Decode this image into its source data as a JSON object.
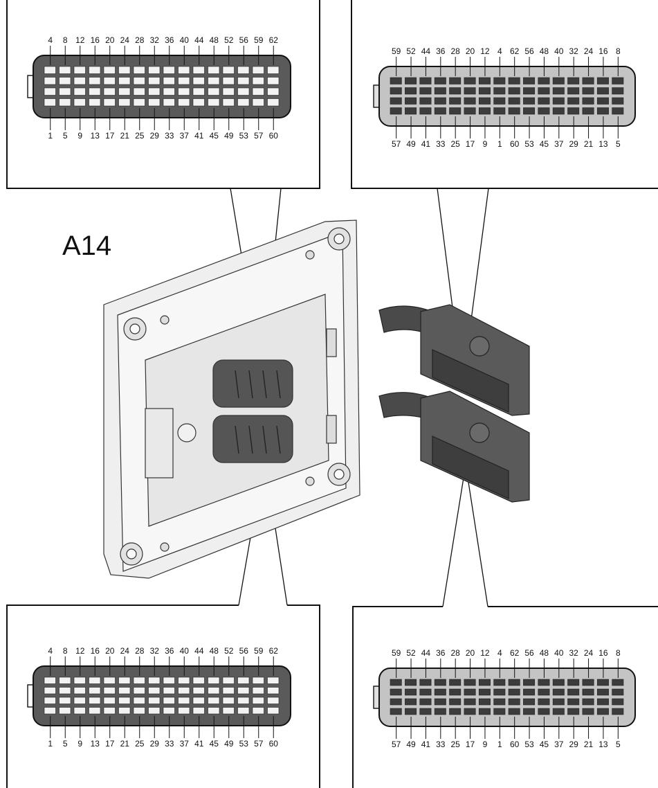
{
  "title": "A14",
  "colors": {
    "ecu_connector_body": "#5a5a5a",
    "harness_connector_body": "#c4c4c4",
    "pin": "#f2f2f2",
    "line": "#111111",
    "housing": "#efefef",
    "harness_dark": "#4a4a4a"
  },
  "panels": [
    {
      "id": "ecu-connector-top",
      "kind": "ecu",
      "top_labels": [
        "4",
        "8",
        "12",
        "16",
        "20",
        "24",
        "28",
        "32",
        "36",
        "40",
        "44",
        "48",
        "52",
        "56",
        "59",
        "62"
      ],
      "bottom_labels": [
        "1",
        "5",
        "9",
        "13",
        "17",
        "21",
        "25",
        "29",
        "33",
        "37",
        "41",
        "45",
        "49",
        "53",
        "57",
        "60"
      ]
    },
    {
      "id": "harness-connector-top",
      "kind": "harness",
      "top_labels": [
        "59",
        "52",
        "44",
        "36",
        "28",
        "20",
        "12",
        "4",
        "62",
        "56",
        "48",
        "40",
        "32",
        "24",
        "16",
        "8"
      ],
      "bottom_labels": [
        "57",
        "49",
        "41",
        "33",
        "25",
        "17",
        "9",
        "1",
        "60",
        "53",
        "45",
        "37",
        "29",
        "21",
        "13",
        "5"
      ]
    },
    {
      "id": "ecu-connector-bottom",
      "kind": "ecu",
      "top_labels": [
        "4",
        "8",
        "12",
        "16",
        "20",
        "24",
        "28",
        "32",
        "36",
        "40",
        "44",
        "48",
        "52",
        "56",
        "59",
        "62"
      ],
      "bottom_labels": [
        "1",
        "5",
        "9",
        "13",
        "17",
        "21",
        "25",
        "29",
        "33",
        "37",
        "41",
        "45",
        "49",
        "53",
        "57",
        "60"
      ]
    },
    {
      "id": "harness-connector-bottom",
      "kind": "harness",
      "top_labels": [
        "59",
        "52",
        "44",
        "36",
        "28",
        "20",
        "12",
        "4",
        "62",
        "56",
        "48",
        "40",
        "32",
        "24",
        "16",
        "8"
      ],
      "bottom_labels": [
        "57",
        "49",
        "41",
        "33",
        "25",
        "17",
        "9",
        "1",
        "60",
        "53",
        "45",
        "37",
        "29",
        "21",
        "13",
        "5"
      ]
    }
  ]
}
